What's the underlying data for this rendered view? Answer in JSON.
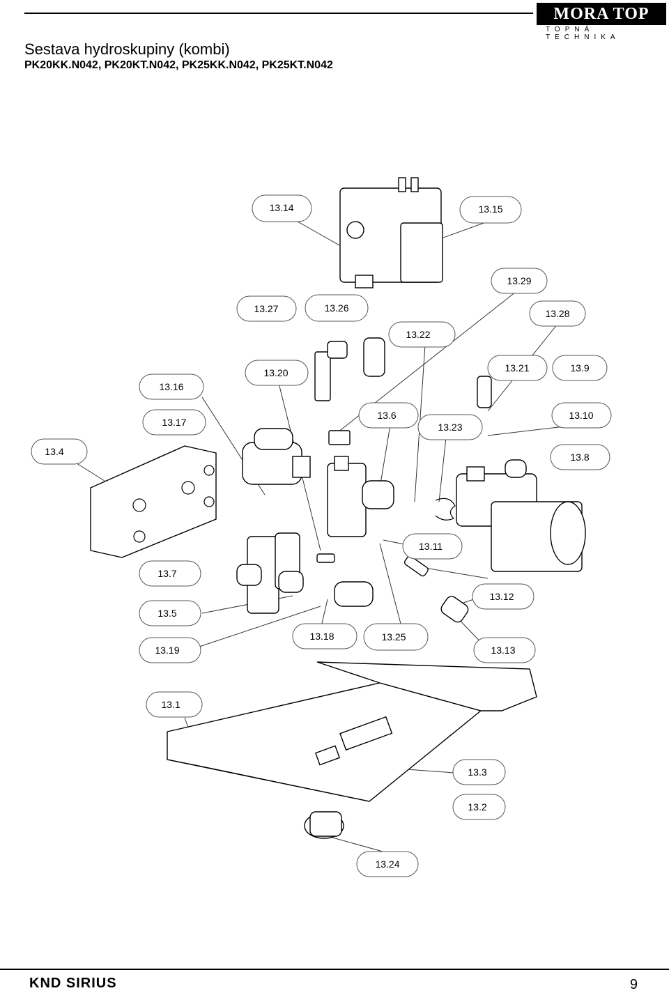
{
  "header": {
    "title": "Sestava hydroskupiny (kombi)",
    "subtitle": "PK20KK.N042, PK20KT.N042, PK25KK.N042, PK25KT.N042",
    "logo_text": "MORA TOP",
    "logo_tagline": "TOPNÁ TECHNIKA"
  },
  "callouts": [
    "13.14",
    "13.15",
    "13.29",
    "13.27",
    "13.26",
    "13.28",
    "13.22",
    "13.16",
    "13.20",
    "13.21",
    "13.9",
    "13.17",
    "13.6",
    "13.23",
    "13.10",
    "13.4",
    "13.8",
    "13.11",
    "13.7",
    "13.12",
    "13.5",
    "13.18",
    "13.25",
    "13.19",
    "13.13",
    "13.1",
    "13.3",
    "13.2",
    "13.24"
  ],
  "footer": {
    "product": "KND SIRIUS",
    "page_number": "9"
  }
}
